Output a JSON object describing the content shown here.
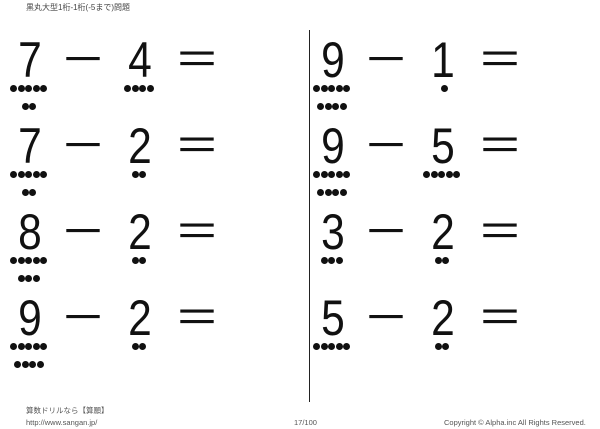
{
  "header": {
    "title": "黒丸大型1桁-1桁(-5まで)問題"
  },
  "problems": [
    {
      "a": "7",
      "op": "－",
      "b": "4",
      "eq": "＝",
      "a_dots": 7,
      "b_dots": 4
    },
    {
      "a": "7",
      "op": "－",
      "b": "2",
      "eq": "＝",
      "a_dots": 7,
      "b_dots": 2
    },
    {
      "a": "8",
      "op": "－",
      "b": "2",
      "eq": "＝",
      "a_dots": 8,
      "b_dots": 2
    },
    {
      "a": "9",
      "op": "－",
      "b": "2",
      "eq": "＝",
      "a_dots": 9,
      "b_dots": 2
    },
    {
      "a": "9",
      "op": "－",
      "b": "1",
      "eq": "＝",
      "a_dots": 9,
      "b_dots": 1
    },
    {
      "a": "9",
      "op": "－",
      "b": "5",
      "eq": "＝",
      "a_dots": 9,
      "b_dots": 5
    },
    {
      "a": "3",
      "op": "－",
      "b": "2",
      "eq": "＝",
      "a_dots": 3,
      "b_dots": 2
    },
    {
      "a": "5",
      "op": "－",
      "b": "2",
      "eq": "＝",
      "a_dots": 5,
      "b_dots": 2
    }
  ],
  "footer": {
    "site_name": "算数ドリルなら【算願】",
    "url": "http://www.sangan.jp/",
    "page": "17/100",
    "copyright": "Copyright © Alpha.inc All Rights Reserved."
  }
}
